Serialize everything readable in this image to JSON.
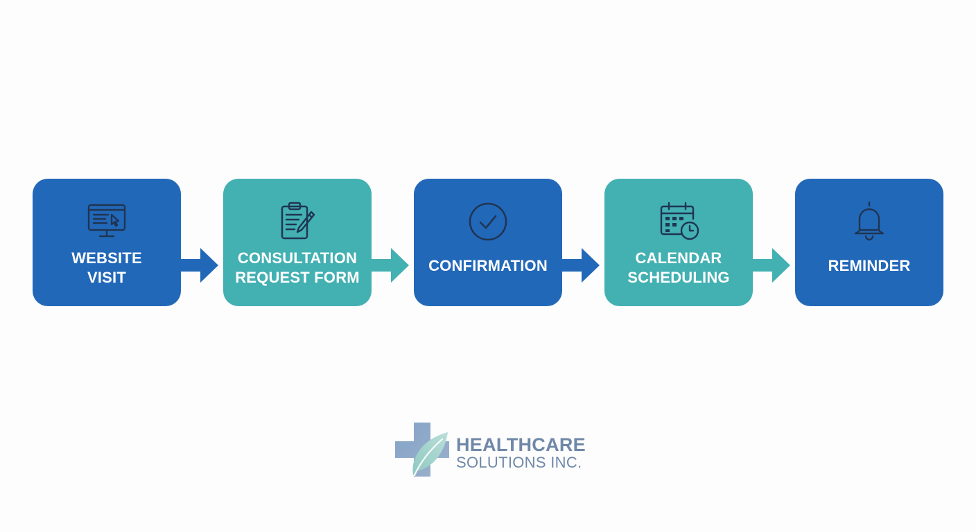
{
  "colors": {
    "blue": "#2268b9",
    "teal": "#43b0b2",
    "icon_stroke": "#1f3552",
    "logo_text": "#6f88a8"
  },
  "steps": [
    {
      "lines": [
        "WEBSITE",
        "VISIT"
      ],
      "icon": "computer-monitor-cursor-icon",
      "color": "blue"
    },
    {
      "lines": [
        "CONSULTATION",
        "REQUEST FORM"
      ],
      "icon": "clipboard-pen-icon",
      "color": "teal"
    },
    {
      "lines": [
        "CONFIRMATION"
      ],
      "icon": "check-circle-icon",
      "color": "blue"
    },
    {
      "lines": [
        "CALENDAR",
        "SCHEDULING"
      ],
      "icon": "calendar-clock-icon",
      "color": "teal"
    },
    {
      "lines": [
        "REMINDER"
      ],
      "icon": "bell-icon",
      "color": "blue"
    }
  ],
  "logo": {
    "line1": "HEALTHCARE",
    "line2": "SOLUTIONS INC.",
    "icon": "medical-cross-leaf-icon"
  }
}
